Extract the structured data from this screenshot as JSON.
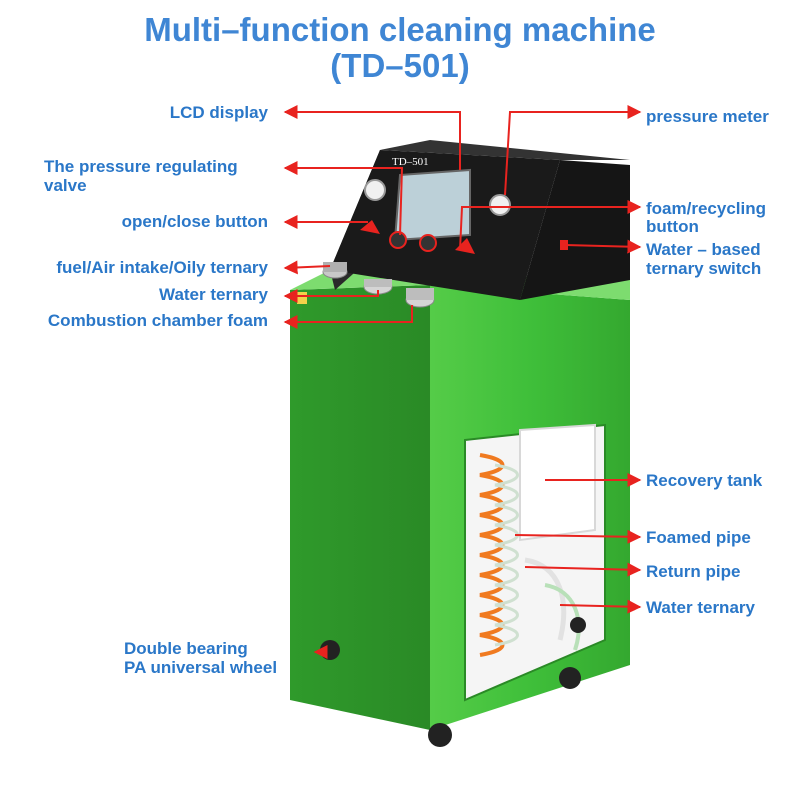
{
  "title": {
    "line1": "Multi–function cleaning machine",
    "line2": "(TD–501)"
  },
  "machine": {
    "model_plate": "TD–501",
    "body_color": "#3fbf3a",
    "panel_color": "#1a1a1a"
  },
  "colors": {
    "label": "#2a77c8",
    "title": "#3f86d4",
    "arrow": "#e8231f"
  },
  "labels": {
    "lcd_display": "LCD display",
    "pressure_valve_1": "The pressure regulating",
    "pressure_valve_2": "valve",
    "open_close": "open/close button",
    "fuel_air": "fuel/Air intake/Oily ternary",
    "water_ternary_left": "Water ternary",
    "combustion_foam": "Combustion chamber foam",
    "pressure_meter": "pressure meter",
    "foam_recycling_1": "foam/recycling",
    "foam_recycling_2": "button",
    "water_based_1": "Water – based",
    "water_based_2": "ternary switch",
    "recovery_tank": "Recovery tank",
    "foamed_pipe": "Foamed pipe",
    "return_pipe": "Return pipe",
    "water_ternary_right": "Water ternary",
    "wheel_1": "Double bearing",
    "wheel_2": "PA universal wheel"
  }
}
